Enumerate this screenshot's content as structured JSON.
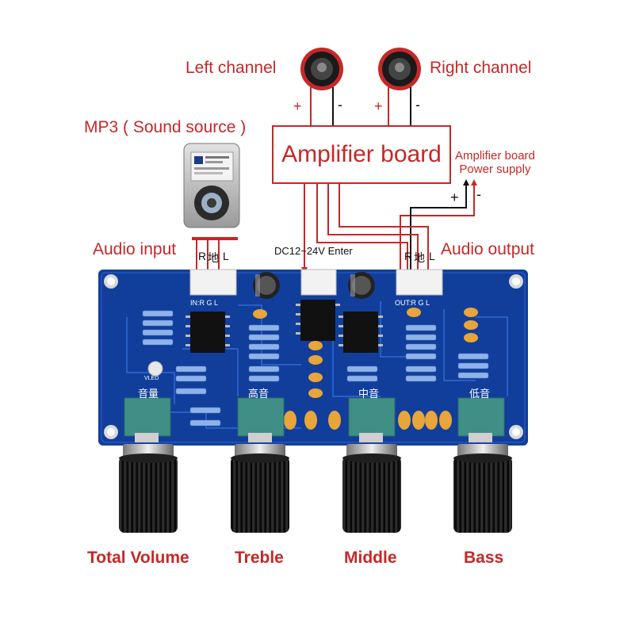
{
  "labels": {
    "left_channel": "Left channel",
    "right_channel": "Right channel",
    "mp3": "MP3 ( Sound source )",
    "amplifier_board": "Amplifier board",
    "amp_power_line1": "Amplifier board",
    "amp_power_line2": "Power supply",
    "audio_input": "Audio input",
    "audio_output": "Audio output",
    "dc_enter": "DC12~24V Enter",
    "total_volume": "Total Volume",
    "treble": "Treble",
    "middle": "Middle",
    "bass": "Bass"
  },
  "polarity": {
    "plus": "+",
    "minus": "-"
  },
  "connector_pins": {
    "r": "R",
    "ground": "地",
    "l": "L"
  },
  "pcb": {
    "in_label": "IN:R  G  L",
    "out_label": "OUT:R  G  L",
    "volume_cn": "音量",
    "treble_cn": "高音",
    "middle_cn": "中音",
    "bass_cn": "低音",
    "led_label": "VLED"
  },
  "colors": {
    "annotation": "#c62828",
    "pcb": "#123e9b",
    "knob": "#111111",
    "potentiometer": "#3f8f86"
  }
}
